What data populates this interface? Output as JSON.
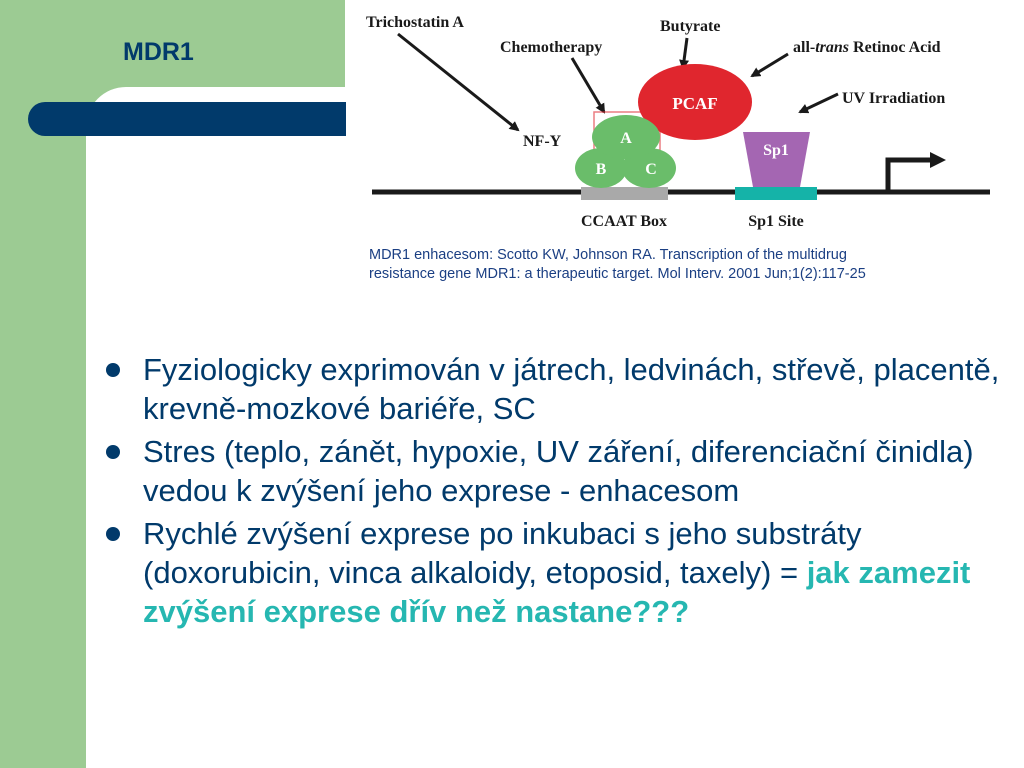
{
  "slide": {
    "title": "MDR1"
  },
  "diagram": {
    "labels": {
      "trichostatin": "Trichostatin A",
      "chemotherapy": "Chemotherapy",
      "butyrate": "Butyrate",
      "retinoic_prefix": "all-",
      "retinoic_italic": "trans",
      "retinoic_suffix": " Retinoc Acid",
      "uv": "UV Irradiation",
      "nfy": "NF-Y",
      "pcaf": "PCAF",
      "sp1": "Sp1",
      "a": "A",
      "b": "B",
      "c": "C",
      "ccaat_box": "CCAAT Box",
      "sp1_site": "Sp1 Site"
    },
    "colors": {
      "pcaf": "#e0262e",
      "nfy_subunits": "#6abd6a",
      "sp1": "#a466b2",
      "ccaat_box": "#a9a9a9",
      "sp1_site": "#15b3a8",
      "dna": "#1a1a1a"
    }
  },
  "caption": {
    "line1": "MDR1 enhacesom: Scotto KW, Johnson RA. Transcription of the multidrug",
    "line2": "resistance gene MDR1: a therapeutic target. Mol Interv. 2001 Jun;1(2):117-25"
  },
  "bullets": [
    {
      "text": "Fyziologicky exprimován v játrech, ledvinách, střevě, placentě, krevně-mozkové bariéře, SC"
    },
    {
      "text": "Stres (teplo, zánět, hypoxie, UV záření, diferenciační činidla) vedou k zvýšení jeho exprese - enhacesom"
    },
    {
      "text": "Rychlé zvýšení exprese po inkubaci s jeho substráty (doxorubicin, vinca alkaloidy, etoposid, taxely) = ",
      "highlight": "jak zamezit zvýšení exprese dřív než nastane???"
    }
  ],
  "theme": {
    "accent_green": "#9ccb93",
    "navy": "#013a6b",
    "teal_highlight": "#26b7b1"
  }
}
